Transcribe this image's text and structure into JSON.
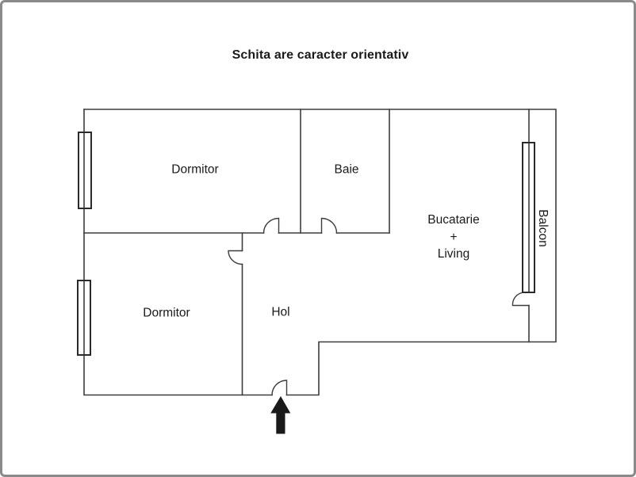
{
  "title": "Schita are caracter orientativ",
  "rooms": {
    "dormitor_top": {
      "label": "Dormitor"
    },
    "baie": {
      "label": "Baie"
    },
    "bucatarie_living": {
      "label": "Bucatarie\n+\nLiving"
    },
    "dormitor_bottom": {
      "label": "Dormitor"
    },
    "hol": {
      "label": "Hol"
    },
    "balcon": {
      "label": "Balcon"
    }
  },
  "symbols": {
    "entrance_arrow": "entrance-arrow-icon",
    "door_count": 5,
    "window_count": 3
  },
  "colors": {
    "wall": "#3d3d3d",
    "window": "#2a2a2a",
    "text": "#1a1a1a",
    "frame_border": "#8a8a8a",
    "background": "#ffffff",
    "arrow": "#1a1a1a"
  }
}
